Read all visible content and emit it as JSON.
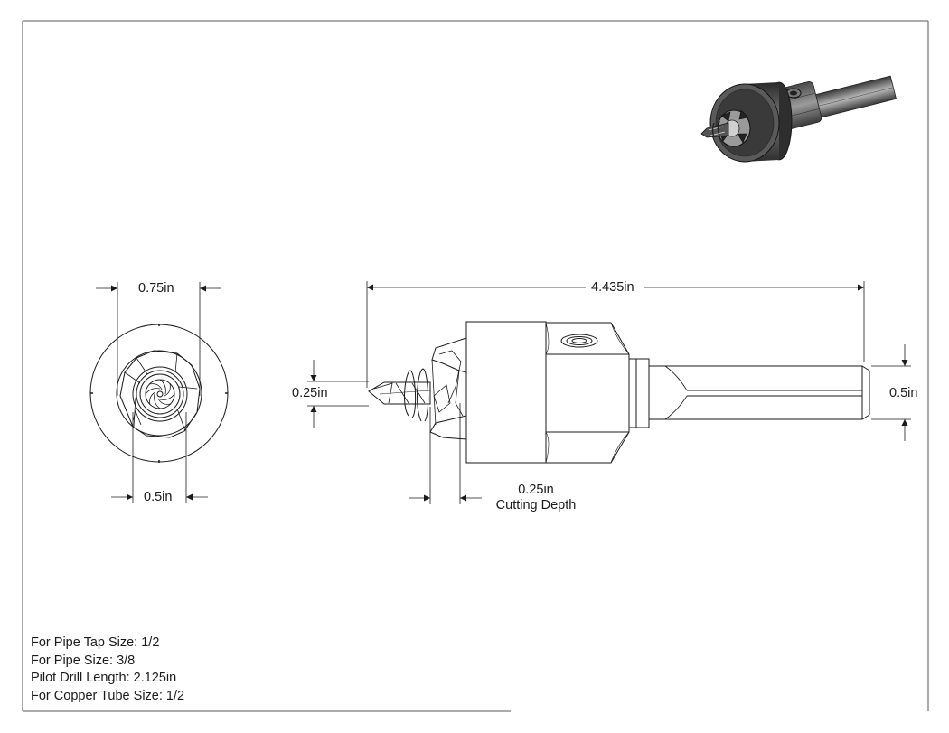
{
  "dimensions": {
    "face_outer": "0.75in",
    "face_inner": "0.5in",
    "overall_length": "4.435in",
    "drill_diameter": "0.25in",
    "shank_diameter": "0.5in",
    "cutting_depth_value": "0.25in",
    "cutting_depth_label": "Cutting Depth"
  },
  "notes": [
    "For Pipe Tap Size: 1/2",
    "For Pipe Size: 3/8",
    "Pilot Drill Length: 2.125in",
    "For Copper Tube Size: 1/2"
  ],
  "colors": {
    "line": "#1a1a1a",
    "frame": "#555555",
    "body_dark": "#3a3a3a",
    "body_mid": "#6b6b6b",
    "body_light": "#a8a8a8"
  }
}
